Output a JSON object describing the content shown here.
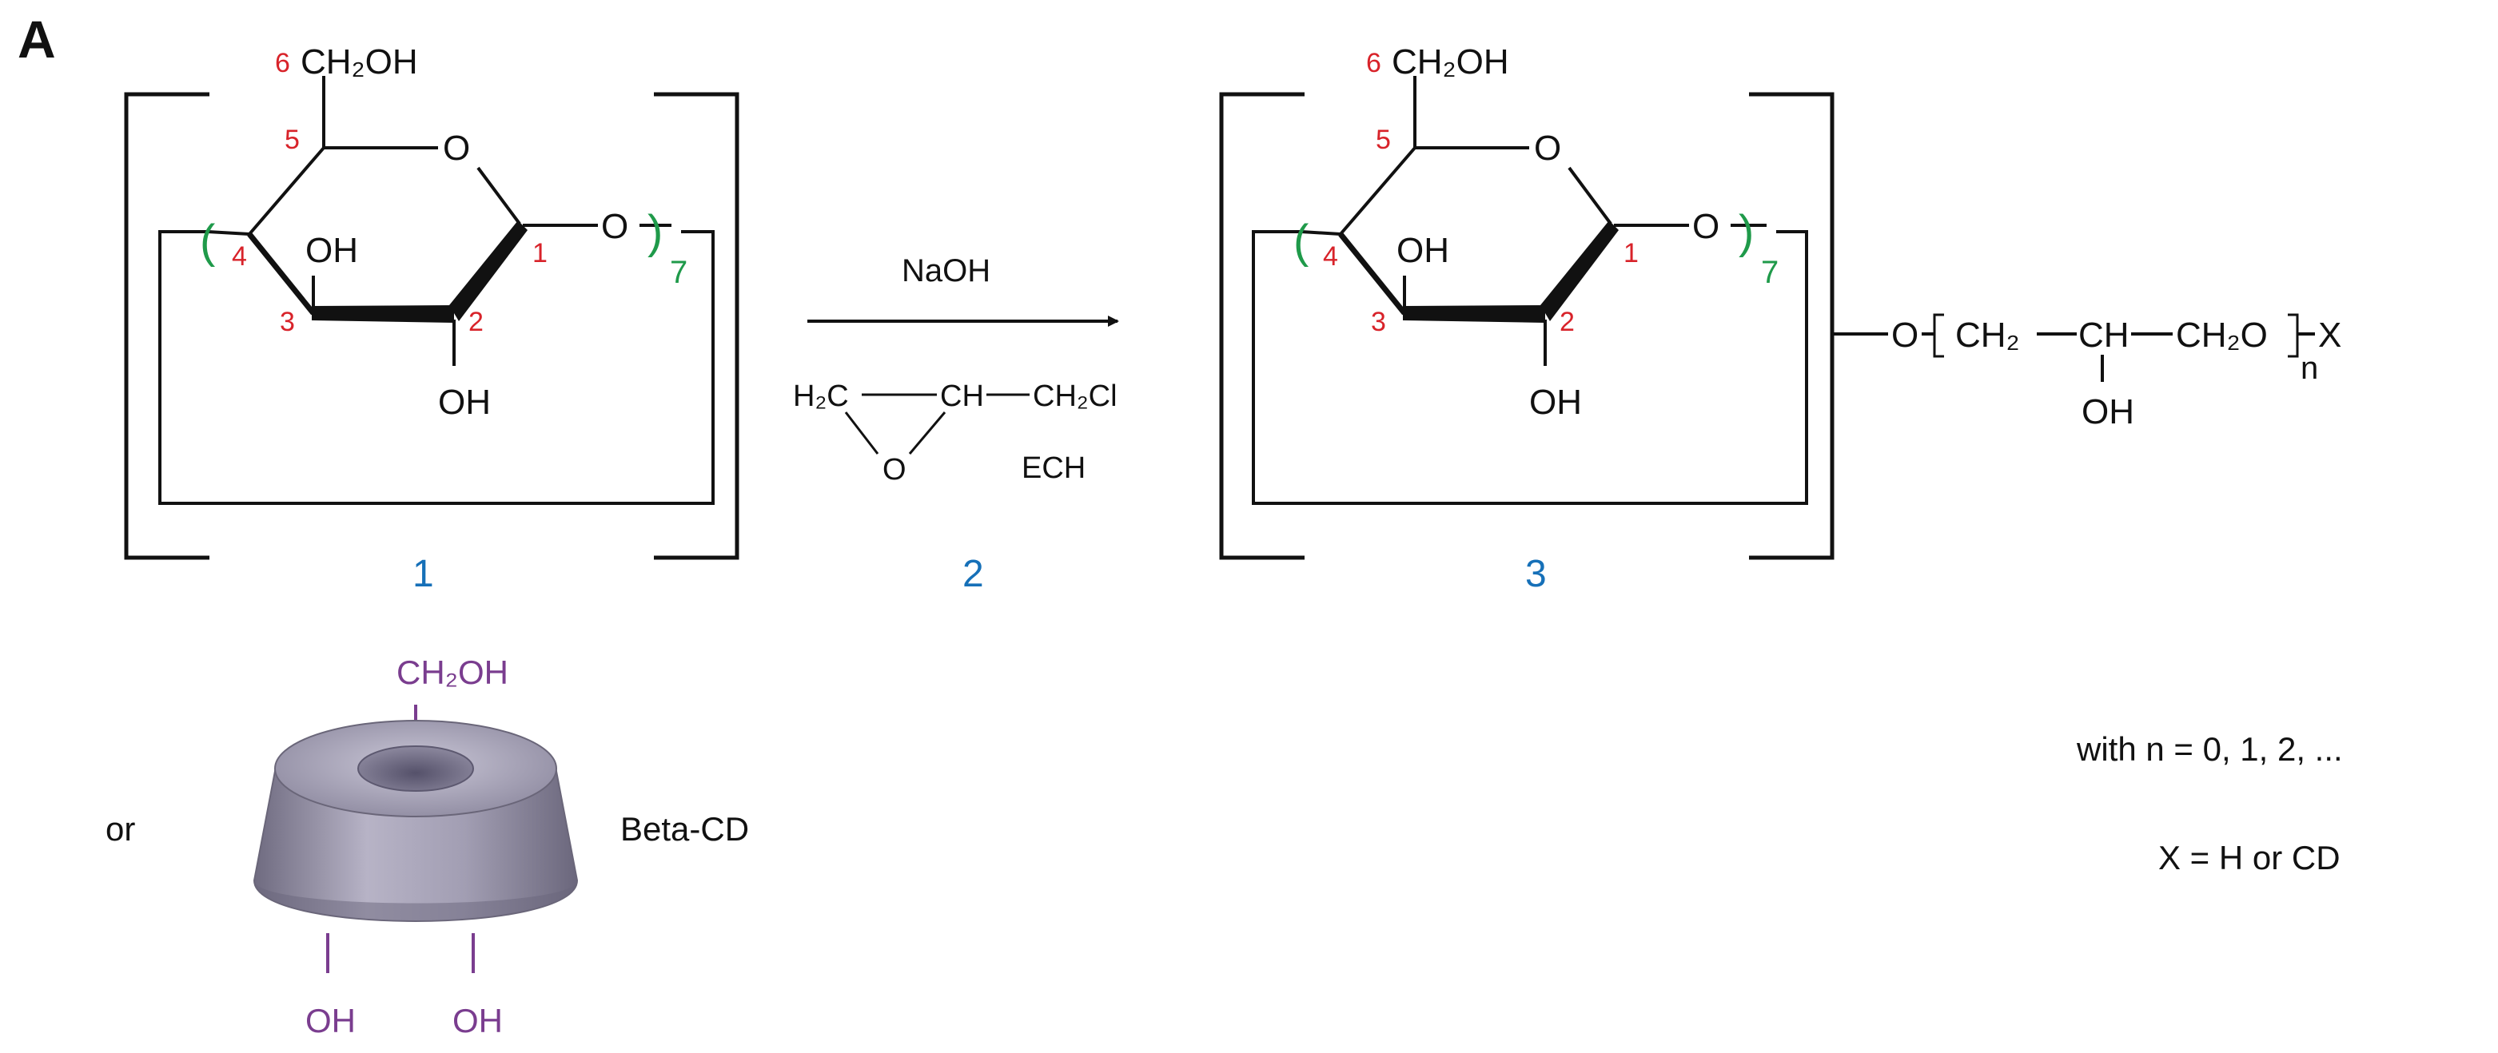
{
  "panel_label": "A",
  "colors": {
    "atom": "#111111",
    "locant": "#d8232a",
    "repeat": "#1f9a4a",
    "compound_number": "#1670b8",
    "cd_label": "#7a3d8f",
    "cd_body": "#8e8a9e"
  },
  "reactant": {
    "top_group": "CH₂OH",
    "ring_oxygen": "O",
    "glycosidic_oxygen": "O",
    "oh_c3": "OH",
    "oh_c2": "OH",
    "locants": [
      "6",
      "5",
      "4",
      "3",
      "2",
      "1"
    ],
    "repeat_count": "7",
    "open_paren": "(",
    "close_paren": ")",
    "number": "1"
  },
  "reagents": {
    "base": "NaOH",
    "epoxide_h2c": "H₂C",
    "epoxide_ch": "CH",
    "epoxide_ch2cl": "CH₂Cl",
    "epoxide_o": "O",
    "name": "ECH",
    "number": "2"
  },
  "product": {
    "top_group": "CH₂OH",
    "ring_oxygen": "O",
    "glycosidic_oxygen": "O",
    "oh_c3": "OH",
    "oh_c2": "OH",
    "locants": [
      "6",
      "5",
      "4",
      "3",
      "2",
      "1"
    ],
    "repeat_count": "7",
    "open_paren": "(",
    "close_paren": ")",
    "number": "3",
    "chain": {
      "o_link": "O",
      "ch2_left": "CH₂",
      "ch": "CH",
      "ch2o": "CH₂O",
      "n_sub": "n",
      "x_end": "X",
      "oh_pendant": "OH"
    }
  },
  "beta_cd": {
    "or_word": "or",
    "top_group": "CH₂OH",
    "oh_left": "OH",
    "oh_right": "OH",
    "name": "Beta-CD"
  },
  "conditions": {
    "n_def": "with n = 0, 1, 2, ...",
    "x_def": "X = H or CD"
  }
}
